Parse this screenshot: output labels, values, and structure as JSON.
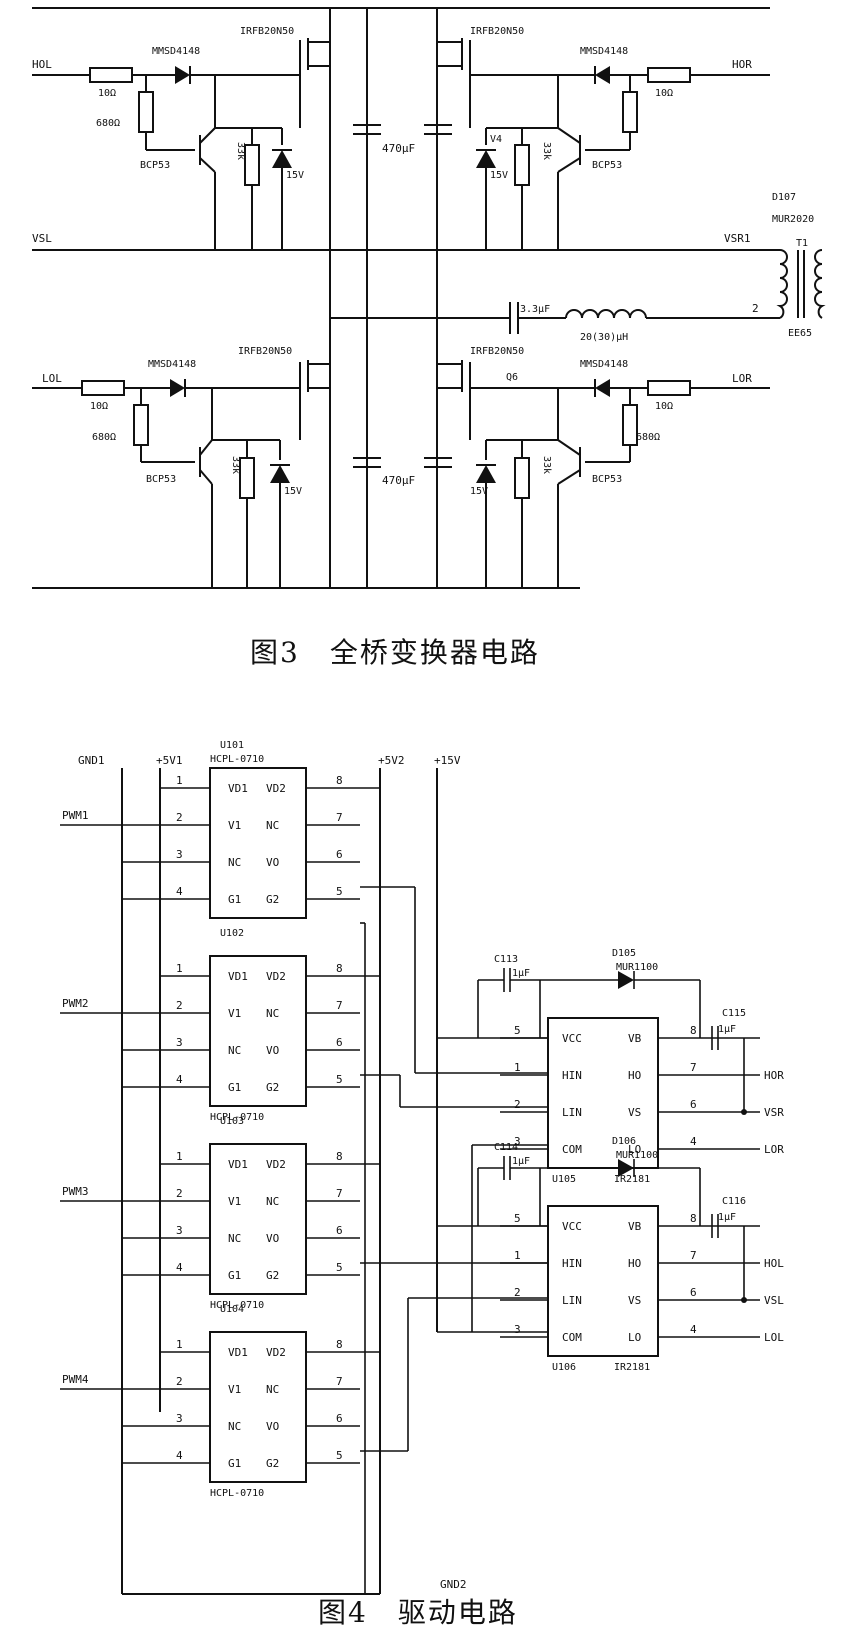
{
  "figure3": {
    "caption": "图3　全桥变换器电路",
    "nets": {
      "hol": "HOL",
      "vsl": "VSL",
      "lol": "LOL",
      "hor": "HOR",
      "vsr1": "VSR1",
      "lor": "LOR",
      "pin2": "2"
    },
    "components": {
      "mosfet": "IRFB20N50",
      "diode": "MMSD4148",
      "resistor_gate": "10Ω",
      "resistor_bias": "680Ω",
      "transistor": "BCP53",
      "zener": "15V",
      "bleed_resistor": "33k",
      "cap_bus": "470μF",
      "v4": "V4",
      "q6": "Q6",
      "d107": "D107",
      "d107_part": "MUR2020",
      "t1": "T1",
      "ee65": "EE65",
      "cap_series": "3.3μF",
      "inductor": "20(30)μH"
    }
  },
  "figure4": {
    "caption": "图4　驱动电路",
    "rails": {
      "gnd1": "GND1",
      "v5v1": "+5V1",
      "v5v2": "+5V2",
      "v15": "+15V",
      "gnd2": "GND2"
    },
    "optocouplers": [
      {
        "ref": "U101",
        "part": "HCPL-0710",
        "input": "PWM1"
      },
      {
        "ref": "U102",
        "part": "HCPL-0710",
        "input": "PWM2"
      },
      {
        "ref": "U103",
        "part": "HCPL-0710",
        "input": "PWM3"
      },
      {
        "ref": "U104",
        "part": "HCPL-0710",
        "input": "PWM4"
      }
    ],
    "opto_pins_left": [
      {
        "num": "1",
        "name": "VD1"
      },
      {
        "num": "2",
        "name": "V1"
      },
      {
        "num": "3",
        "name": "NC"
      },
      {
        "num": "4",
        "name": "G1"
      }
    ],
    "opto_pins_right": [
      {
        "num": "8",
        "name": "VD2"
      },
      {
        "num": "7",
        "name": "NC"
      },
      {
        "num": "6",
        "name": "VO"
      },
      {
        "num": "5",
        "name": "G2"
      }
    ],
    "drivers": [
      {
        "ref": "U105",
        "part": "IR2181",
        "cap_c": "C113",
        "cap_c_val": "1μF",
        "diode": "D105",
        "diode_part": "MUR1100",
        "cap_b": "C115",
        "cap_b_val": "1μF",
        "out_ho": "HOR",
        "out_vs": "VSR",
        "out_lo": "LOR"
      },
      {
        "ref": "U106",
        "part": "IR2181",
        "cap_c": "C114",
        "cap_c_val": "1μF",
        "diode": "D106",
        "diode_part": "MUR1100",
        "cap_b": "C116",
        "cap_b_val": "1μF",
        "out_ho": "HOL",
        "out_vs": "VSL",
        "out_lo": "LOL"
      }
    ],
    "driver_pins_left": [
      {
        "num": "5",
        "name": "VCC"
      },
      {
        "num": "1",
        "name": "HIN"
      },
      {
        "num": "2",
        "name": "LIN"
      },
      {
        "num": "3",
        "name": "COM"
      }
    ],
    "driver_pins_right": [
      {
        "num": "8",
        "name": "VB"
      },
      {
        "num": "7",
        "name": "HO"
      },
      {
        "num": "6",
        "name": "VS"
      },
      {
        "num": "4",
        "name": "LO"
      }
    ]
  }
}
